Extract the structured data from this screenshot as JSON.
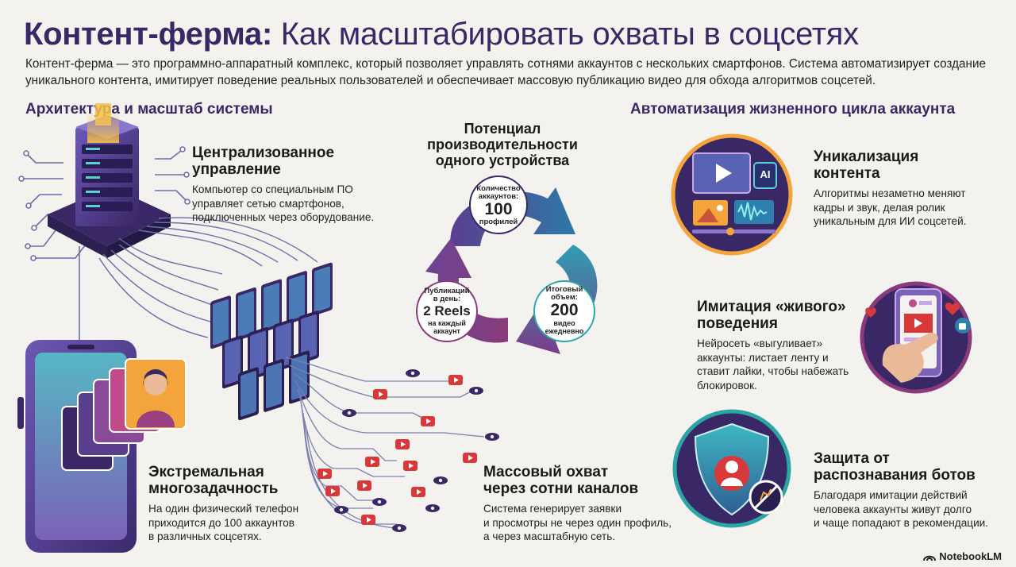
{
  "header": {
    "title_bold": "Контент-ферма:",
    "title_rest": "Как масштабировать охваты в соцсетях",
    "intro": "Контент-ферма — это программно-аппаратный комплекс, который позволяет управлять сотнями аккаунтов с нескольких смартфонов. Система автоматизирует создание уникального контента, имитирует поведение реальных пользователей и обеспечивает массовую публикацию видео для обхода алгоритмов соцсетей."
  },
  "left_section": {
    "heading": "Архитектура и масштаб системы",
    "central": {
      "title_l1": "Централизованное",
      "title_l2": "управление",
      "text_l1": "Компьютер со специальным ПО",
      "text_l2": "управляет сетью смартфонов,",
      "text_l3": "подключенных через оборудование."
    },
    "multitask": {
      "title_l1": "Экстремальная",
      "title_l2": "многозадачность",
      "text_l1": "На один физический телефон",
      "text_l2": "приходится до 100 аккаунтов",
      "text_l3": "в различных соцсетях."
    },
    "reach": {
      "title_l1": "Массовый охват",
      "title_l2": "через сотни каналов",
      "text_l1": "Система генерирует заявки",
      "text_l2": "и просмотры не через один профиль,",
      "text_l3": "а через масштабную сеть."
    }
  },
  "potential": {
    "title_l1": "Потенциал",
    "title_l2": "производительности",
    "title_l3": "одного устройства",
    "profiles": {
      "label_l1": "Количество",
      "label_l2": "аккаунтов:",
      "value": "100",
      "unit": "профилей"
    },
    "posts": {
      "label_l1": "Публикаций",
      "label_l2": "в день:",
      "value": "2 Reels",
      "unit_l1": "на каждый",
      "unit_l2": "аккаунт"
    },
    "total": {
      "label_l1": "Итоговый",
      "label_l2": "объем:",
      "value": "200",
      "unit_l1": "видео",
      "unit_l2": "ежедневно"
    }
  },
  "right_section": {
    "heading": "Автоматизация жизненного цикла аккаунта",
    "unique": {
      "title_l1": "Уникализация",
      "title_l2": "контента",
      "text_l1": "Алгоритмы незаметно меняют",
      "text_l2": "кадры и звук, делая ролик",
      "text_l3": "уникальным для ИИ соцсетей.",
      "ai_badge": "AI"
    },
    "behavior": {
      "title_l1": "Имитация «живого»",
      "title_l2": "поведения",
      "text_l1": "Нейросеть «выгуливает»",
      "text_l2": "аккаунты: листает ленту и",
      "text_l3": "ставит лайки, чтобы набежать",
      "text_l4": "блокировок."
    },
    "protection": {
      "title_l1": "Защита от",
      "title_l2": "распознавания ботов",
      "text_l1": "Благодаря имитации действий",
      "text_l2": "человека аккаунты живут долго",
      "text_l3": "и чаще попадают в рекомендации."
    }
  },
  "brand": {
    "name": "NotebookLM"
  },
  "colors": {
    "title": "#3a2766",
    "purple": "#4a2f80",
    "magenta": "#8a3a7a",
    "teal": "#2aa7a5",
    "orange": "#f3a43a",
    "red": "#c0392b"
  }
}
